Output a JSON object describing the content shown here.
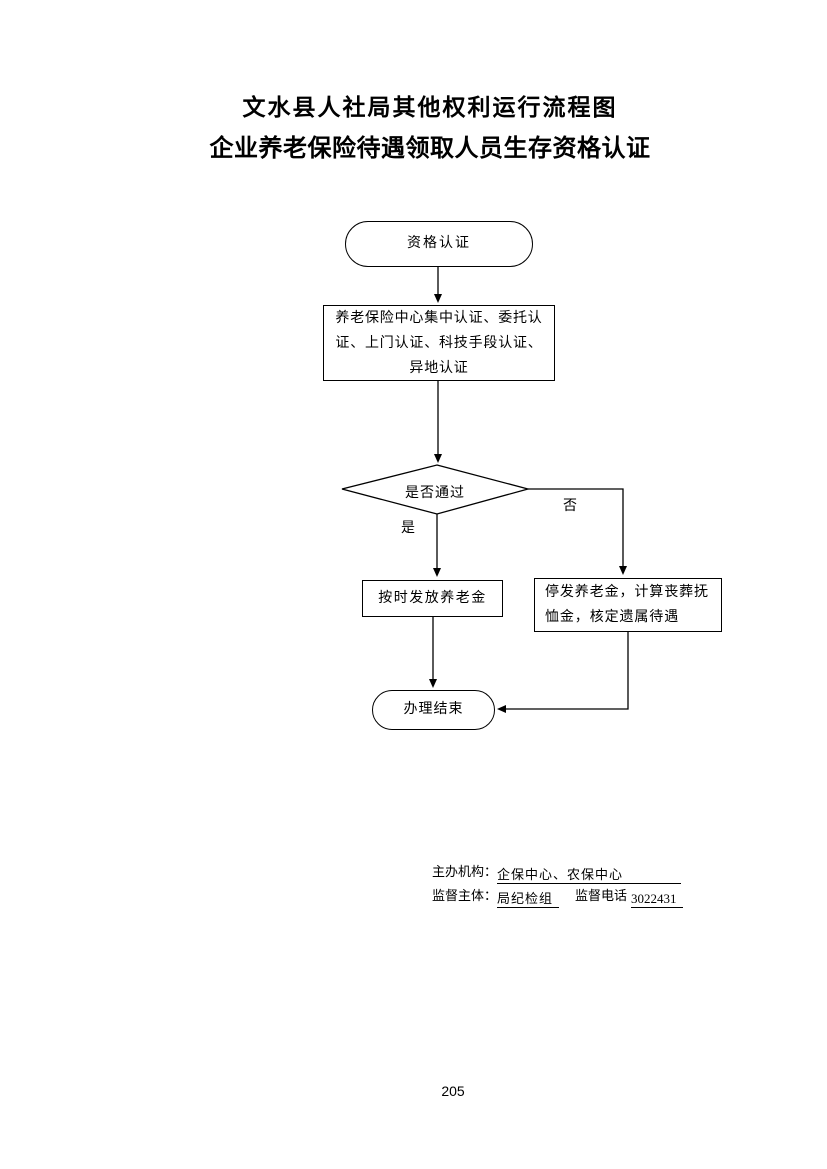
{
  "page": {
    "title_line1": "文水县人社局其他权利运行流程图",
    "title_line2": "企业养老保险待遇领取人员生存资格认证",
    "page_number": "205"
  },
  "flowchart": {
    "start": "资格认证",
    "methods": "养老保险中心集中认证、委托认证、上门认证、科技手段认证、异地认证",
    "decision": "是否通过",
    "yes_label": "是",
    "no_label": "否",
    "pass_action": "按时发放养老金",
    "fail_action": "停发养老金，计算丧葬抚恤金，核定遗属待遇",
    "end": "办理结束"
  },
  "footer": {
    "organizer_label": "主办机构：",
    "organizer_value": "企保中心、农保中心",
    "supervisor_label": "监督主体：",
    "supervisor_value": "局纪检组",
    "phone_label": "监督电话",
    "phone_value": "3022431"
  }
}
